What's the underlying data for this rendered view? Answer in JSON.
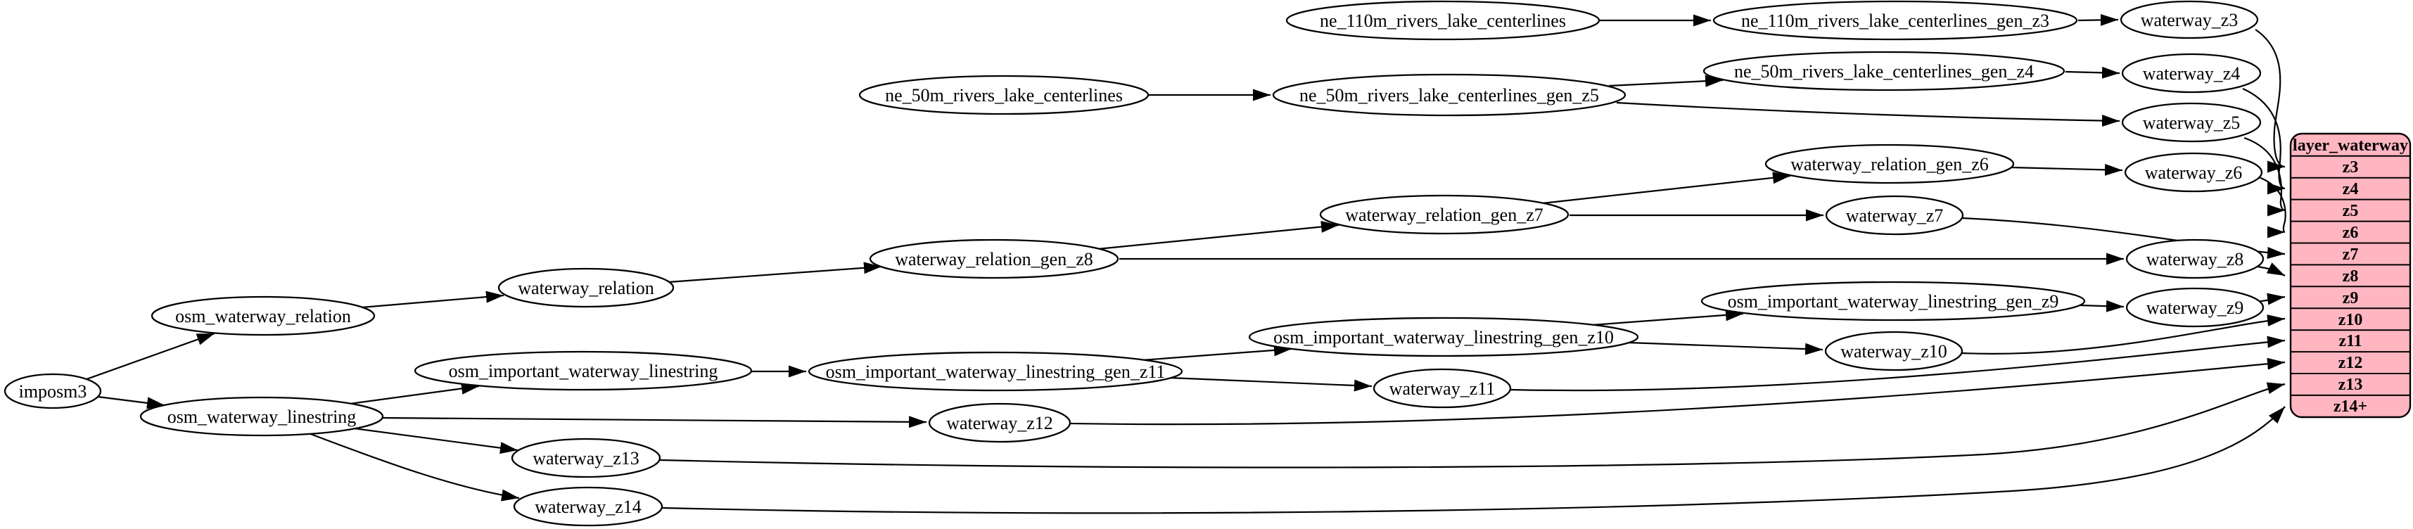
{
  "diagram": {
    "type": "etl-dependency-graph",
    "background_color": "#ffffff",
    "node_fill_color": "#ffffff",
    "edge_color": "#000000",
    "nodes": [
      {
        "id": "imposm3",
        "label": "imposm3"
      },
      {
        "id": "osm_waterway_relation",
        "label": "osm_waterway_relation"
      },
      {
        "id": "osm_waterway_linestring",
        "label": "osm_waterway_linestring"
      },
      {
        "id": "waterway_relation",
        "label": "waterway_relation"
      },
      {
        "id": "waterway_relation_gen_z8",
        "label": "waterway_relation_gen_z8"
      },
      {
        "id": "waterway_relation_gen_z7",
        "label": "waterway_relation_gen_z7"
      },
      {
        "id": "waterway_relation_gen_z6",
        "label": "waterway_relation_gen_z6"
      },
      {
        "id": "osm_important_waterway_linestring",
        "label": "osm_important_waterway_linestring"
      },
      {
        "id": "osm_important_waterway_linestring_gen_z11",
        "label": "osm_important_waterway_linestring_gen_z11"
      },
      {
        "id": "osm_important_waterway_linestring_gen_z10",
        "label": "osm_important_waterway_linestring_gen_z10"
      },
      {
        "id": "osm_important_waterway_linestring_gen_z9",
        "label": "osm_important_waterway_linestring_gen_z9"
      },
      {
        "id": "ne_110m_rivers_lake_centerlines",
        "label": "ne_110m_rivers_lake_centerlines"
      },
      {
        "id": "ne_110m_rivers_lake_centerlines_gen_z3",
        "label": "ne_110m_rivers_lake_centerlines_gen_z3"
      },
      {
        "id": "ne_50m_rivers_lake_centerlines",
        "label": "ne_50m_rivers_lake_centerlines"
      },
      {
        "id": "ne_50m_rivers_lake_centerlines_gen_z5",
        "label": "ne_50m_rivers_lake_centerlines_gen_z5"
      },
      {
        "id": "ne_50m_rivers_lake_centerlines_gen_z4",
        "label": "ne_50m_rivers_lake_centerlines_gen_z4"
      },
      {
        "id": "waterway_z3",
        "label": "waterway_z3"
      },
      {
        "id": "waterway_z4",
        "label": "waterway_z4"
      },
      {
        "id": "waterway_z5",
        "label": "waterway_z5"
      },
      {
        "id": "waterway_z6",
        "label": "waterway_z6"
      },
      {
        "id": "waterway_z7",
        "label": "waterway_z7"
      },
      {
        "id": "waterway_z8",
        "label": "waterway_z8"
      },
      {
        "id": "waterway_z9",
        "label": "waterway_z9"
      },
      {
        "id": "waterway_z10",
        "label": "waterway_z10"
      },
      {
        "id": "waterway_z11",
        "label": "waterway_z11"
      },
      {
        "id": "waterway_z12",
        "label": "waterway_z12"
      },
      {
        "id": "waterway_z13",
        "label": "waterway_z13"
      },
      {
        "id": "waterway_z14",
        "label": "waterway_z14"
      }
    ],
    "edges": [
      {
        "from": "imposm3",
        "to": "osm_waterway_relation"
      },
      {
        "from": "imposm3",
        "to": "osm_waterway_linestring"
      },
      {
        "from": "osm_waterway_relation",
        "to": "waterway_relation"
      },
      {
        "from": "waterway_relation",
        "to": "waterway_relation_gen_z8"
      },
      {
        "from": "waterway_relation_gen_z8",
        "to": "waterway_relation_gen_z7"
      },
      {
        "from": "waterway_relation_gen_z8",
        "to": "waterway_z8"
      },
      {
        "from": "waterway_relation_gen_z7",
        "to": "waterway_relation_gen_z6"
      },
      {
        "from": "waterway_relation_gen_z7",
        "to": "waterway_z7"
      },
      {
        "from": "waterway_relation_gen_z6",
        "to": "waterway_z6"
      },
      {
        "from": "osm_waterway_linestring",
        "to": "osm_important_waterway_linestring"
      },
      {
        "from": "osm_waterway_linestring",
        "to": "waterway_z12"
      },
      {
        "from": "osm_waterway_linestring",
        "to": "waterway_z13"
      },
      {
        "from": "osm_waterway_linestring",
        "to": "waterway_z14"
      },
      {
        "from": "osm_important_waterway_linestring",
        "to": "osm_important_waterway_linestring_gen_z11"
      },
      {
        "from": "osm_important_waterway_linestring_gen_z11",
        "to": "osm_important_waterway_linestring_gen_z10"
      },
      {
        "from": "osm_important_waterway_linestring_gen_z11",
        "to": "waterway_z11"
      },
      {
        "from": "osm_important_waterway_linestring_gen_z10",
        "to": "osm_important_waterway_linestring_gen_z9"
      },
      {
        "from": "osm_important_waterway_linestring_gen_z10",
        "to": "waterway_z10"
      },
      {
        "from": "osm_important_waterway_linestring_gen_z9",
        "to": "waterway_z9"
      },
      {
        "from": "ne_110m_rivers_lake_centerlines",
        "to": "ne_110m_rivers_lake_centerlines_gen_z3"
      },
      {
        "from": "ne_110m_rivers_lake_centerlines_gen_z3",
        "to": "waterway_z3"
      },
      {
        "from": "ne_50m_rivers_lake_centerlines",
        "to": "ne_50m_rivers_lake_centerlines_gen_z5"
      },
      {
        "from": "ne_50m_rivers_lake_centerlines_gen_z5",
        "to": "ne_50m_rivers_lake_centerlines_gen_z4"
      },
      {
        "from": "ne_50m_rivers_lake_centerlines_gen_z5",
        "to": "waterway_z5"
      },
      {
        "from": "ne_50m_rivers_lake_centerlines_gen_z4",
        "to": "waterway_z4"
      },
      {
        "from": "waterway_z3",
        "to": "layer_waterway.z3"
      },
      {
        "from": "waterway_z4",
        "to": "layer_waterway.z4"
      },
      {
        "from": "waterway_z5",
        "to": "layer_waterway.z5"
      },
      {
        "from": "waterway_z6",
        "to": "layer_waterway.z6"
      },
      {
        "from": "waterway_z7",
        "to": "layer_waterway.z7"
      },
      {
        "from": "waterway_z8",
        "to": "layer_waterway.z8"
      },
      {
        "from": "waterway_z9",
        "to": "layer_waterway.z9"
      },
      {
        "from": "waterway_z10",
        "to": "layer_waterway.z10"
      },
      {
        "from": "waterway_z11",
        "to": "layer_waterway.z11"
      },
      {
        "from": "waterway_z12",
        "to": "layer_waterway.z12"
      },
      {
        "from": "waterway_z13",
        "to": "layer_waterway.z13"
      },
      {
        "from": "waterway_z14",
        "to": "layer_waterway.z14+"
      }
    ],
    "table": {
      "id": "layer_waterway",
      "title": "layer_waterway",
      "rows": [
        "z3",
        "z4",
        "z5",
        "z6",
        "z7",
        "z8",
        "z9",
        "z10",
        "z11",
        "z12",
        "z13",
        "z14+"
      ],
      "fill_color": "#ffb6c1",
      "border_color": "#000000"
    }
  }
}
